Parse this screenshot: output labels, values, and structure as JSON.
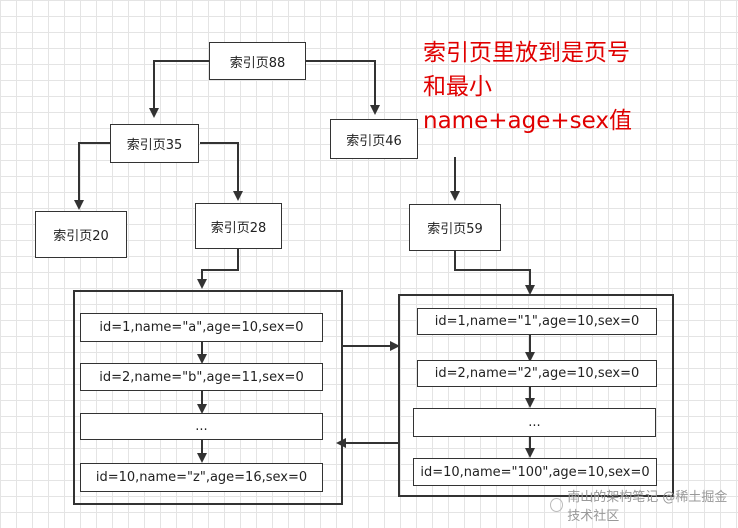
{
  "nodes": {
    "root": "索引页88",
    "left": "索引页35",
    "right": "索引页46",
    "ll": "索引页20",
    "lr": "索引页28",
    "rl": "索引页59"
  },
  "leaf_left": [
    "id=1,name=\"a\",age=10,sex=0",
    "id=2,name=\"b\",age=11,sex=0",
    "...",
    "id=10,name=\"z\",age=16,sex=0"
  ],
  "leaf_right": [
    "id=1,name=\"1\",age=10,sex=0",
    "id=2,name=\"2\",age=10,sex=0",
    "...",
    "id=10,name=\"100\",age=10,sex=0"
  ],
  "annotation": [
    "索引页里放到是页号",
    "和最小",
    "name+age+sex值"
  ],
  "watermark": "南山的架构笔记 @稀土掘金技术社区",
  "colors": {
    "annotation": "#e00000",
    "line": "#333333"
  }
}
